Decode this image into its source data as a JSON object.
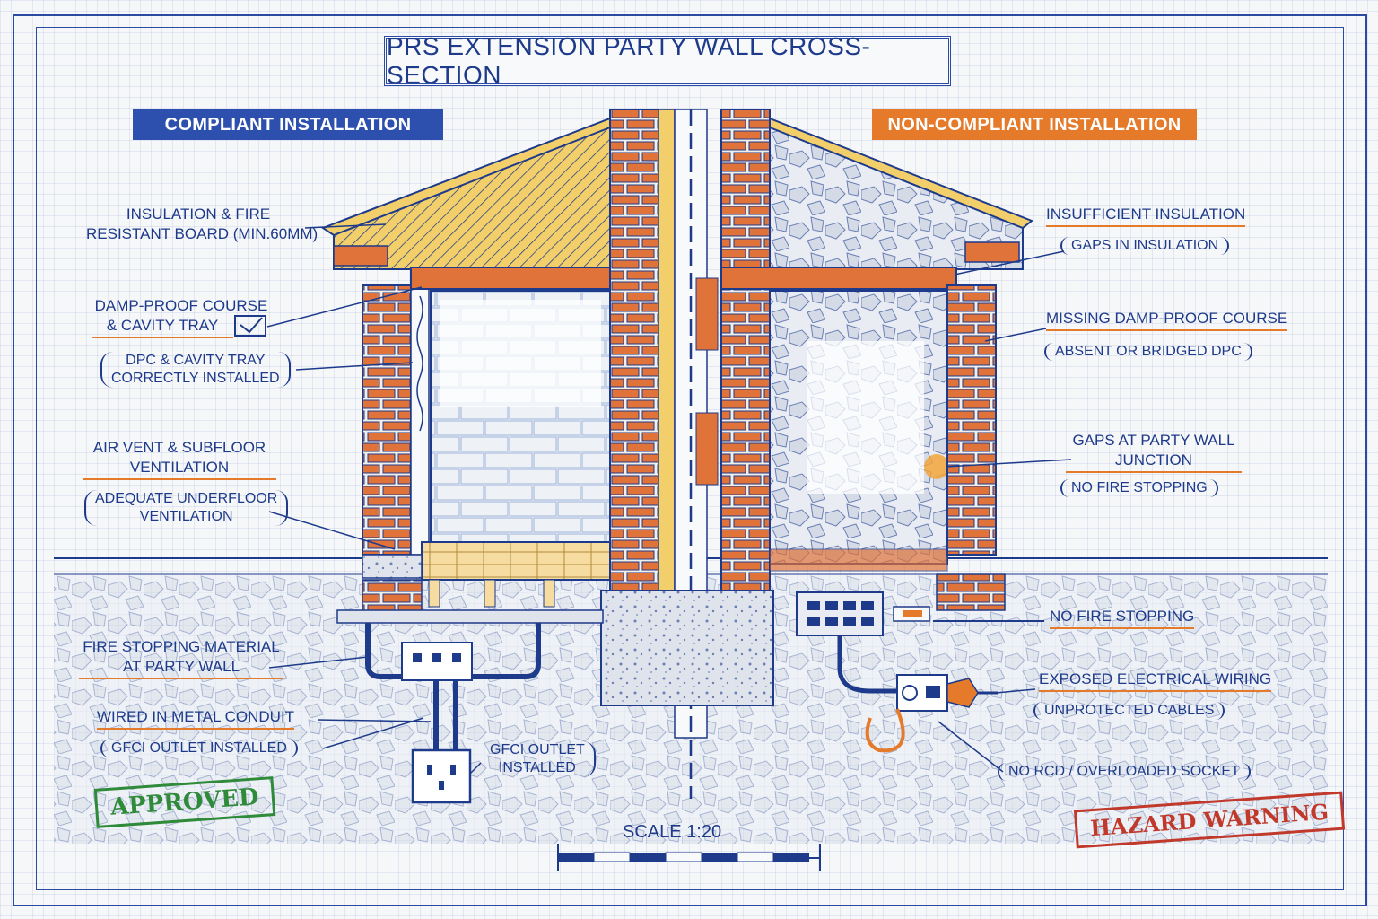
{
  "title": "PRS EXTENSION PARTY WALL CROSS-SECTION",
  "banners": {
    "compliant": "COMPLIANT INSTALLATION",
    "non_compliant": "NON-COMPLIANT INSTALLATION"
  },
  "left_labels": {
    "insulation_line1": "INSULATION & FIRE",
    "insulation_line2": "RESISTANT BOARD (MIN.60MM)",
    "dpc_line1": "DAMP-PROOF COURSE",
    "dpc_line2": "& CAVITY TRAY",
    "dpc_note_line1": "DPC & CAVITY TRAY",
    "dpc_note_line2": "CORRECTLY INSTALLED",
    "vent_line1": "AIR VENT & SUBFLOOR",
    "vent_line2": "VENTILATION",
    "vent_note_line1": "ADEQUATE UNDERFLOOR",
    "vent_note_line2": "VENTILATION",
    "fire_line1": "FIRE STOPPING MATERIAL",
    "fire_line2": "AT PARTY WALL",
    "conduit": "WIRED IN METAL CONDUIT",
    "gfci_note": "GFCI OUTLET INSTALLED",
    "gfci_side_line1": "GFCI OUTLET",
    "gfci_side_line2": "INSTALLED"
  },
  "right_labels": {
    "insulation": "INSUFFICIENT INSULATION",
    "insulation_note": "GAPS IN INSULATION",
    "dpc": "MISSING DAMP-PROOF COURSE",
    "dpc_note": "ABSENT OR BRIDGED DPC",
    "gaps_line1": "GAPS AT PARTY WALL",
    "gaps_line2": "JUNCTION",
    "gaps_note": "NO FIRE STOPPING",
    "no_fire": "NO FIRE STOPPING",
    "wiring": "EXPOSED ELECTRICAL WIRING",
    "wiring_note": "UNPROTECTED CABLES",
    "rcd": "NO RCD / OVERLOADED SOCKET"
  },
  "stamps": {
    "approved": "APPROVED",
    "hazard": "HAZARD WARNING"
  },
  "scale": "SCALE 1:20",
  "colors": {
    "ink": "#1e3a8a",
    "brick": "#e0733a",
    "insulation": "#f2cf6a",
    "accent_orange": "#e57a2a",
    "approved_green": "#2f8a3a",
    "hazard_red": "#c0392b"
  }
}
